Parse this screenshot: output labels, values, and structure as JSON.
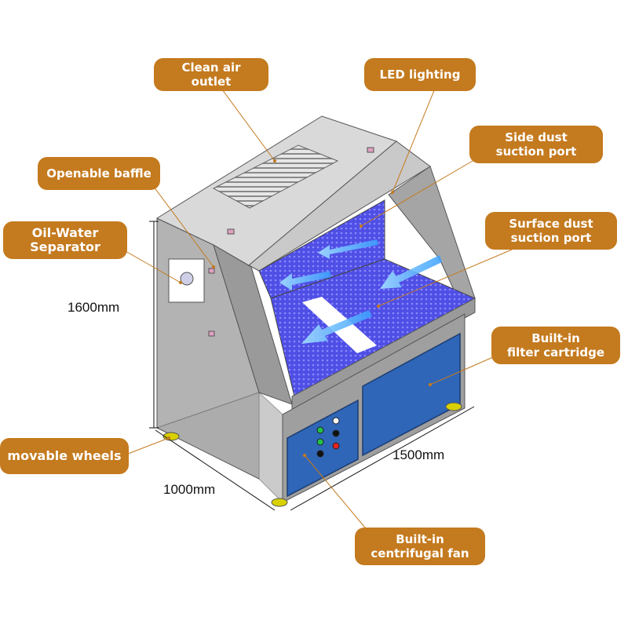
{
  "colors": {
    "callout_bg": "#c47a1e",
    "callout_text": "#ffffff",
    "cabinet_gray": "#a7a7a7",
    "panel_blue": "#2f66b8",
    "work_surface_blue": "#5a5af0",
    "leader_line": "#c47a1e"
  },
  "callouts": {
    "clean_air_outlet": "Clean air outlet",
    "led_lighting": "LED lighting",
    "side_dust_suction_port": "Side dust\nsuction port",
    "openable_baffle": "Openable baffle",
    "oil_water_separator": "Oil-Water\nSeparator",
    "surface_dust_suction_port": "Surface  dust\nsuction port",
    "built_in_filter_cartridge": "Built-in\nfilter cartridge",
    "movable_wheels": "movable wheels",
    "built_in_centrifugal_fan": "Built-in\ncentrifugal fan"
  },
  "dimensions": {
    "height": "1600mm",
    "width": "1500mm",
    "depth": "1000mm"
  }
}
